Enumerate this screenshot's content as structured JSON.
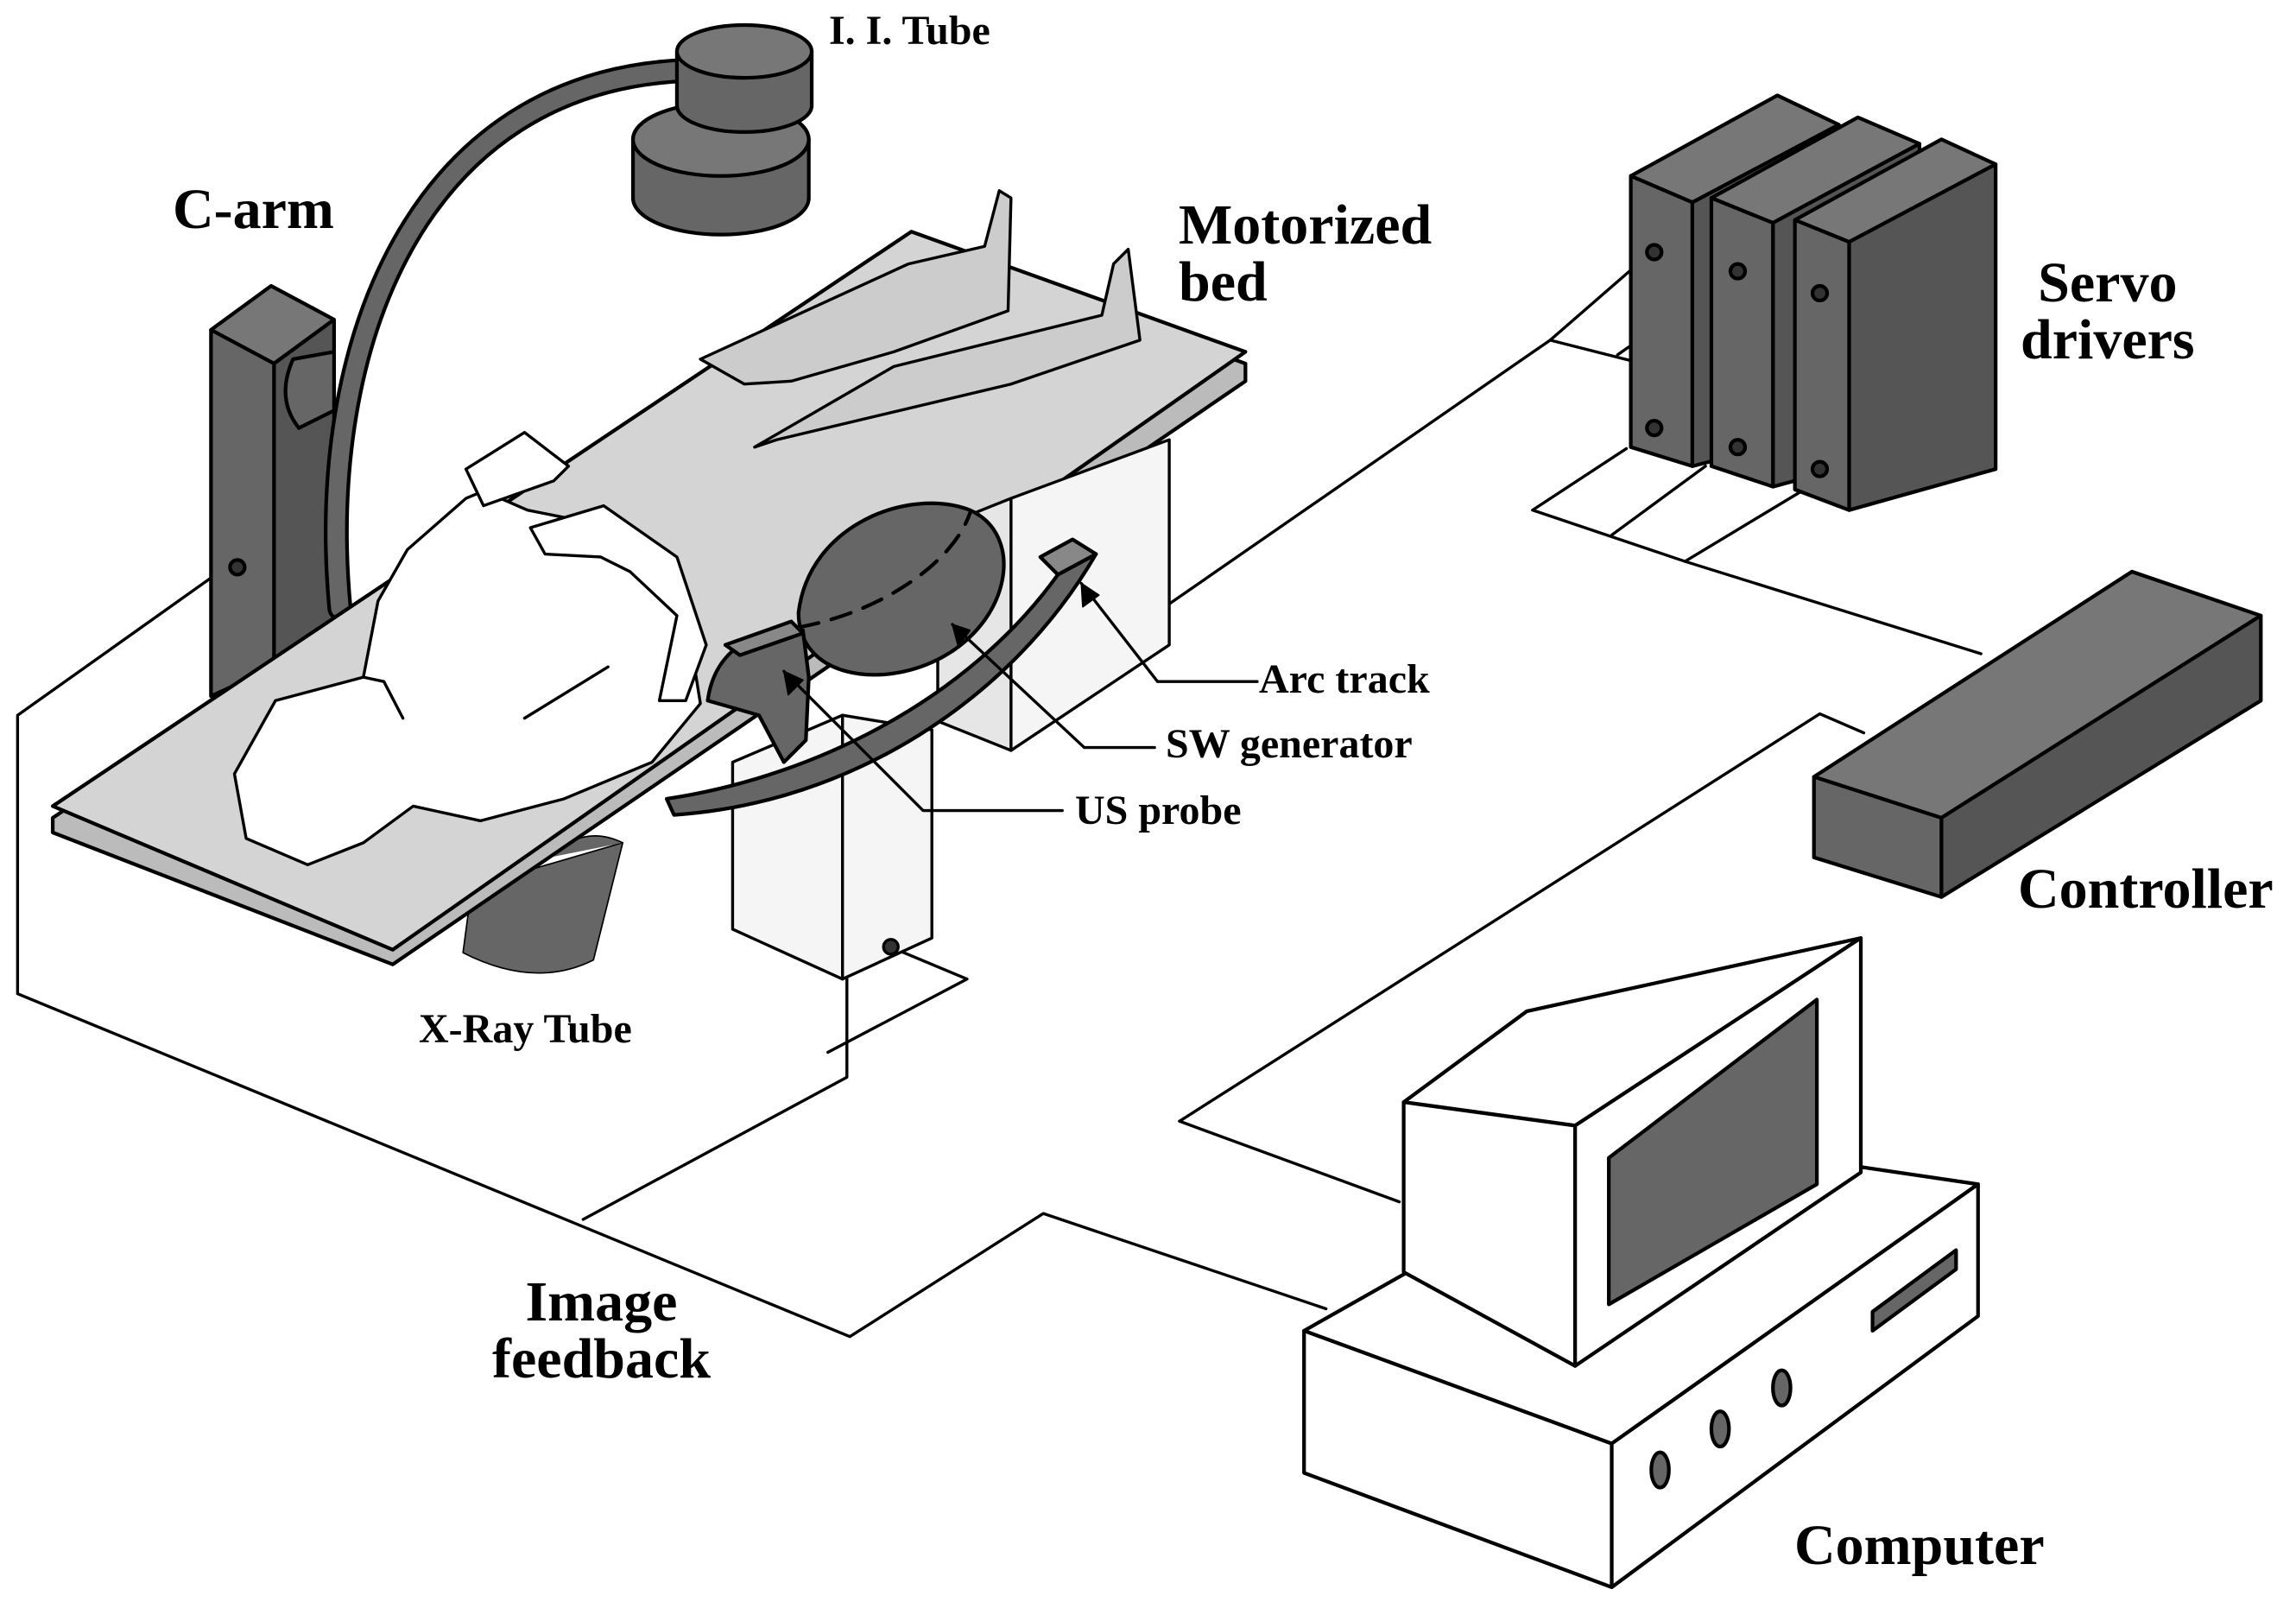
{
  "labels": {
    "ii_tube": "I. I. Tube",
    "c_arm": "C-arm",
    "motorized_bed": [
      "Motorized",
      "bed"
    ],
    "servo_drivers": [
      "Servo",
      "drivers"
    ],
    "arc_track": "Arc track",
    "sw_generator": "SW generator",
    "us_probe": "US probe",
    "controller": "Controller",
    "xray_tube": "X-Ray Tube",
    "image_feedback": [
      "Image",
      "feedback"
    ],
    "computer": "Computer"
  },
  "colors": {
    "dark_gray": "#666666",
    "light_gray": "#d4d4d4",
    "pale_gray": "#f2f2f2",
    "line": "#000000",
    "background": "#ffffff"
  }
}
